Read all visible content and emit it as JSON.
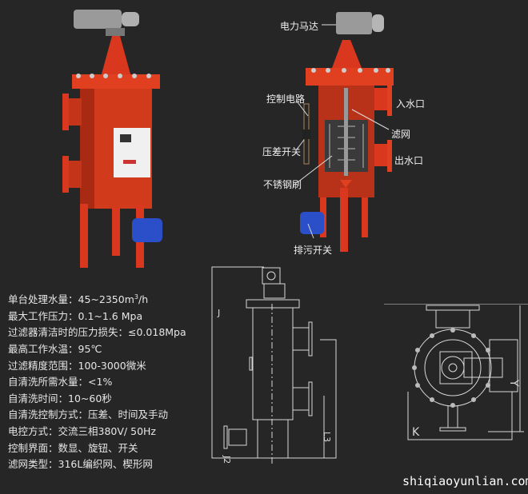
{
  "specs": [
    {
      "label": "单台处理水量：",
      "value": "45~2350m",
      "sup": "3",
      "suffix": "/h"
    },
    {
      "label": "最大工作压力：",
      "value": "0.1~1.6 Mpa"
    },
    {
      "label": "过滤器清洁时的压力损失：",
      "value": "≤0.018Mpa"
    },
    {
      "label": "最高工作水温：",
      "value": "95℃"
    },
    {
      "label": "过滤精度范围：",
      "value": "100-3000微米"
    },
    {
      "label": "自清洗所需水量：",
      "value": "<1%"
    },
    {
      "label": "自清洗时间：",
      "value": "10~60秒"
    },
    {
      "label": "自清洗控制方式：",
      "value": "压差、时间及手动"
    },
    {
      "label": "电控方式：",
      "value": "交流三相380V/ 50Hz"
    },
    {
      "label": "控制界面：",
      "value": "数显、旋钮、开关"
    },
    {
      "label": "滤网类型：",
      "value": "316L编织网、楔形网"
    }
  ],
  "callouts": {
    "motor": "电力马达",
    "control_circuit": "控制电路",
    "inlet": "入水口",
    "screen": "滤网",
    "dp_switch": "压差开关",
    "outlet": "出水口",
    "brush": "不锈钢刷",
    "drain": "排污开关"
  },
  "drawing_labels": {
    "height": "J",
    "l3": "L3",
    "j2": "J2",
    "y": "Y",
    "k": "K"
  },
  "watermark": "shiqiaoyunlian.com",
  "colors": {
    "background": "#262626",
    "body": "#d9381e",
    "valve": "#2a4fc8",
    "line": "#d8d8d8"
  }
}
